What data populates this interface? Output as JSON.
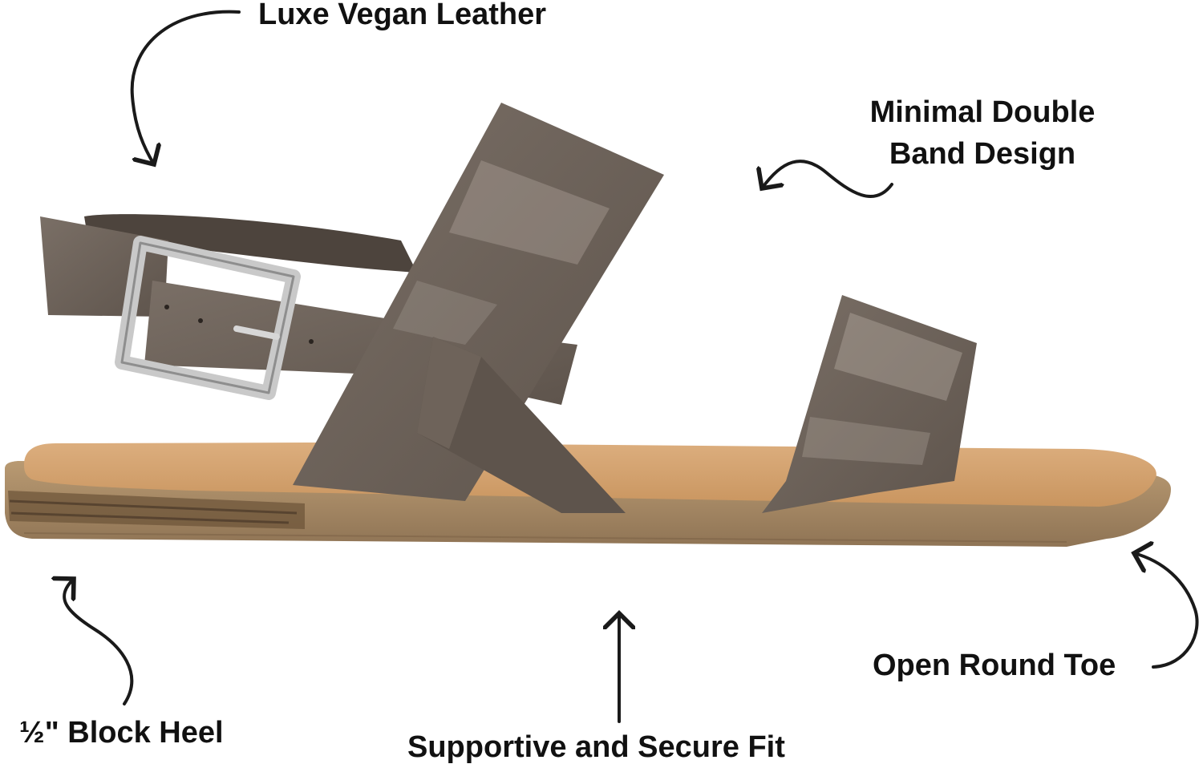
{
  "image": {
    "subject": "sandal",
    "colors": {
      "strap": "#6e635a",
      "strap_dark": "#4d443d",
      "strap_highlight": "#b9b0a6",
      "footbed": "#d4a271",
      "sole": "#a88a66",
      "sole_dark": "#6b5238",
      "buckle": "#c9c9c9",
      "arrow": "#1a1a1a",
      "text": "#111111"
    }
  },
  "callouts": {
    "luxe_vegan_leather": "Luxe Vegan Leather",
    "double_band_line1": "Minimal Double",
    "double_band_line2": "Band Design",
    "open_round_toe": "Open Round Toe",
    "block_heel": "½\" Block Heel",
    "secure_fit": "Supportive and Secure Fit"
  }
}
